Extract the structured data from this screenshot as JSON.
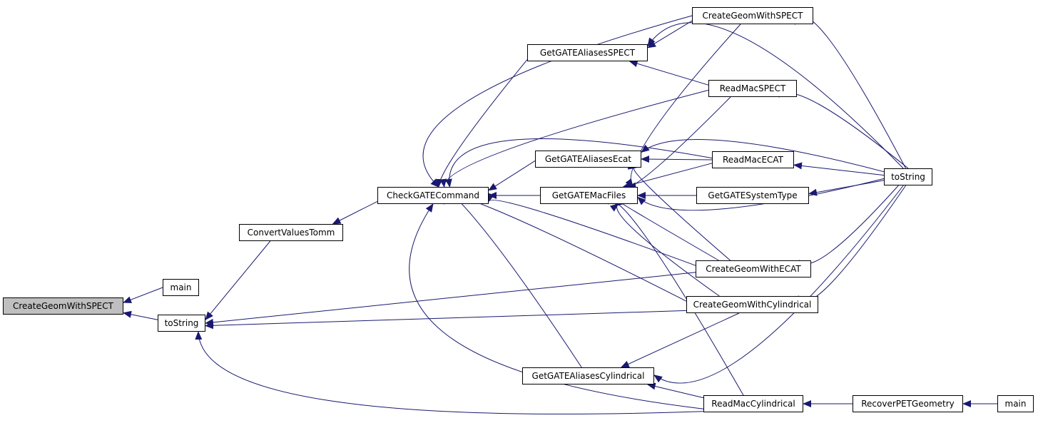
{
  "graph": {
    "edge_color": "#191970",
    "root_fill": "#bfbfbf",
    "nodes": {
      "root": "CreateGeomWithSPECT",
      "main1": "main",
      "tostr1": "toString",
      "cvt": "ConvertValuesTomm",
      "chk": "CheckGATECommand",
      "alspect": "GetGATEAliasesSPECT",
      "alecat": "GetGATEAliasesEcat",
      "macfiles": "GetGATEMacFiles",
      "alcyl": "GetGATEAliasesCylindrical",
      "cgspect": "CreateGeomWithSPECT",
      "rmspect": "ReadMacSPECT",
      "rmecat": "ReadMacECAT",
      "systype": "GetGATESystemType",
      "cgecat": "CreateGeomWithECAT",
      "cgcyl": "CreateGeomWithCylindrical",
      "rmcyl": "ReadMacCylindrical",
      "tostr2": "toString",
      "recover": "RecoverPETGeometry",
      "main2": "main"
    },
    "edges": [
      [
        "main1",
        "root"
      ],
      [
        "tostr1",
        "root"
      ],
      [
        "cvt",
        "tostr1"
      ],
      [
        "cgecat",
        "tostr1"
      ],
      [
        "cgcyl",
        "tostr1"
      ],
      [
        "rmcyl",
        "tostr1"
      ],
      [
        "chk",
        "cvt"
      ],
      [
        "alspect",
        "chk"
      ],
      [
        "alecat",
        "chk"
      ],
      [
        "macfiles",
        "chk"
      ],
      [
        "alcyl",
        "chk"
      ],
      [
        "cgspect",
        "chk"
      ],
      [
        "rmspect",
        "chk"
      ],
      [
        "rmecat",
        "chk"
      ],
      [
        "cgecat",
        "chk"
      ],
      [
        "cgcyl",
        "chk"
      ],
      [
        "rmcyl",
        "chk"
      ],
      [
        "cgspect",
        "alspect"
      ],
      [
        "rmspect",
        "alspect"
      ],
      [
        "tostr2",
        "alspect"
      ],
      [
        "rmecat",
        "alecat"
      ],
      [
        "cgecat",
        "alecat"
      ],
      [
        "tostr2",
        "alecat"
      ],
      [
        "systype",
        "macfiles"
      ],
      [
        "cgspect",
        "macfiles"
      ],
      [
        "rmspect",
        "macfiles"
      ],
      [
        "rmecat",
        "macfiles"
      ],
      [
        "cgecat",
        "macfiles"
      ],
      [
        "cgcyl",
        "macfiles"
      ],
      [
        "tostr2",
        "macfiles"
      ],
      [
        "rmcyl",
        "macfiles"
      ],
      [
        "cgcyl",
        "alcyl"
      ],
      [
        "rmcyl",
        "alcyl"
      ],
      [
        "tostr2",
        "alcyl"
      ],
      [
        "tostr2",
        "cgspect"
      ],
      [
        "tostr2",
        "rmspect"
      ],
      [
        "tostr2",
        "rmecat"
      ],
      [
        "tostr2",
        "systype"
      ],
      [
        "tostr2",
        "cgecat"
      ],
      [
        "tostr2",
        "cgcyl"
      ],
      [
        "recover",
        "rmcyl"
      ],
      [
        "main2",
        "recover"
      ]
    ]
  }
}
